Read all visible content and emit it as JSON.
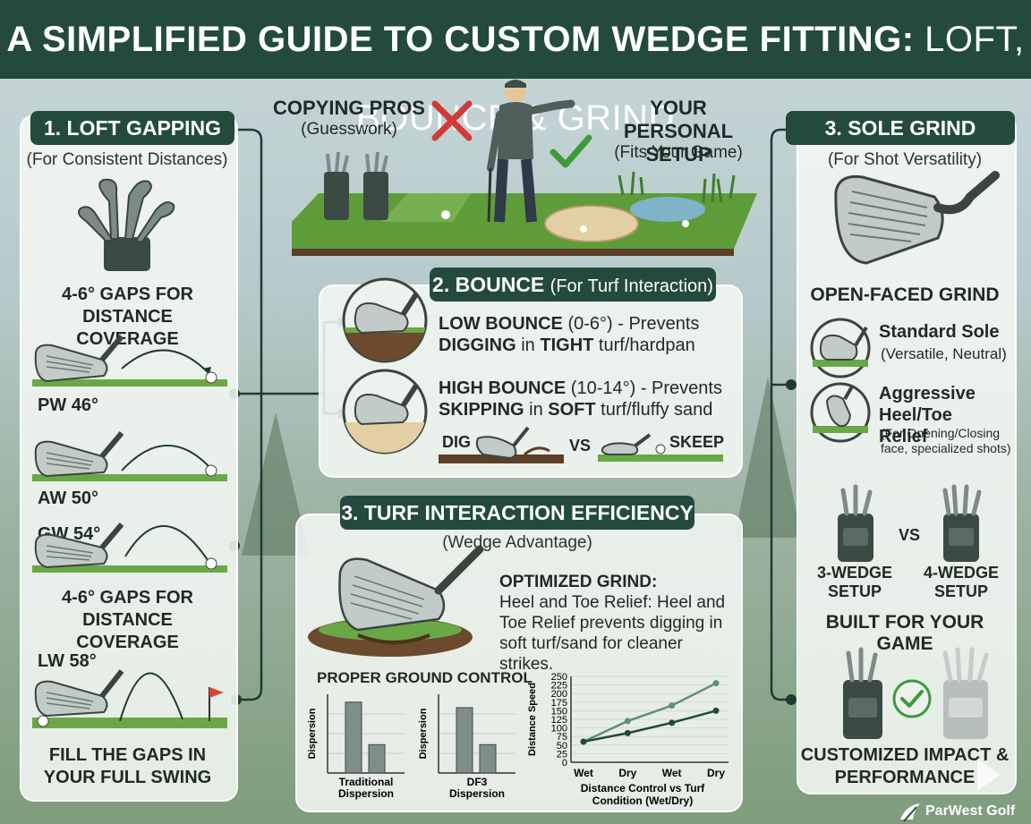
{
  "title": {
    "bold": "A SIMPLIFIED GUIDE TO CUSTOM WEDGE FITTING:",
    "thin": "LOFT, BOUNCE & GRIND"
  },
  "loft": {
    "header": "1. LOFT GAPPING",
    "subtitle": "(For Consistent Distances)",
    "gaps_top": "4-6° GAPS FOR DISTANCE COVERAGE",
    "gaps_mid": "4-6° GAPS FOR DISTANCE COVERAGE",
    "pw": "PW 46°",
    "aw": "AW 50°",
    "gw": "GW 54°",
    "lw": "LW 58°",
    "fill": "FILL THE GAPS IN YOUR FULL SWING"
  },
  "top": {
    "copying": "COPYING PROS",
    "guesswork": "(Guesswork)",
    "personal": "YOUR PERSONAL SETUP",
    "fits": "(Fits Your Game)"
  },
  "bounce": {
    "header_bold": "2. BOUNCE",
    "header_thin": "(For Turf Interaction)",
    "low_1a": "LOW BOUNCE",
    "low_1b": " (0-6°) - Prevents",
    "low_2a": "DIGGING",
    "low_2b": " in ",
    "low_2c": "TIGHT",
    "low_2d": " turf/hardpan",
    "high_1a": "HIGH BOUNCE",
    "high_1b": " (10-14°) - Prevents",
    "high_2a": "SKIPPING",
    "high_2b": " in ",
    "high_2c": "SOFT",
    "high_2d": " turf/fluffy sand",
    "dig": "DIG",
    "vs": "VS",
    "skeep": "SKEEP"
  },
  "turf": {
    "header": "3. TURF INTERACTION EFFICIENCY",
    "subtitle": "(Wedge Advantage)",
    "grind_title": "OPTIMIZED GRIND:",
    "grind_text": "Heel and Toe Relief: Heel and Toe Relief prevents digging in soft turf/sand for cleaner strikes."
  },
  "grind": {
    "header": "3. SOLE GRIND",
    "subtitle": "(For Shot Versatility)",
    "open": "OPEN-FACED GRIND",
    "standard": "Standard Sole",
    "standard_sub": "(Versatile, Neutral)",
    "aggressive": "Aggressive Heel/Toe Relief",
    "aggressive_sub": "(For Opening/Closing face, specialized shots)",
    "three": "3-WEDGE SETUP",
    "vs": "VS",
    "four": "4-WEDGE SETUP",
    "built": "BUILT FOR YOUR GAME",
    "customized": "CUSTOMIZED IMPACT & PERFORMANCE"
  },
  "brand": "ParWest Golf",
  "chart_data": [
    {
      "type": "bar",
      "title": "PROPER GROUND CONTROL",
      "ylabel": "Dispersion",
      "xlabel": "Traditional Dispersion",
      "values": [
        0.9,
        0.36
      ]
    },
    {
      "type": "bar",
      "title": "",
      "ylabel": "Dispersion",
      "xlabel": "DF3 Dispersion",
      "values": [
        0.83,
        0.36
      ]
    },
    {
      "type": "line",
      "title": "",
      "ylabel": "Distance Speed",
      "xlabel": "Distance Control vs Turf Condition (Wet/Dry)",
      "categories": [
        "Wet",
        "Dry",
        "Wet",
        "Dry"
      ],
      "ylim": [
        0,
        250
      ],
      "yticks": [
        "250",
        "225",
        "200",
        "175",
        "150",
        "125",
        "100",
        "75",
        "50",
        "25",
        "0"
      ],
      "series": [
        {
          "values": [
            60,
            120,
            165,
            230
          ]
        },
        {
          "values": [
            60,
            85,
            115,
            150
          ]
        }
      ]
    }
  ],
  "colors": {
    "accent": "#244a3d",
    "grass": "#5f9c3f",
    "wrong": "#d23a3a",
    "right": "#3e9a3a",
    "line1": "#5e8e7c",
    "line2": "#1f4a3c",
    "bar": "#7f8e88"
  }
}
